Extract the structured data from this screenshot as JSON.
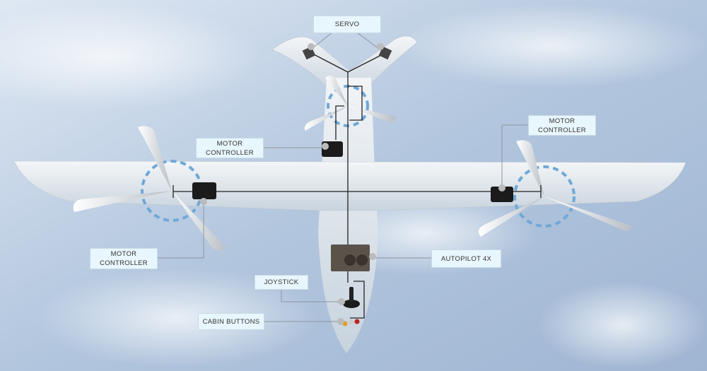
{
  "labels": {
    "servo": "SERVO",
    "motor_controller_center": "MOTOR\nCONTROLLER",
    "motor_controller_right": "MOTOR\nCONTROLLER",
    "motor_controller_left": "MOTOR\nCONTROLLER",
    "autopilot": "AUTOPILOT 4X",
    "joystick": "JOYSTICK",
    "cabin_buttons": "CABIN BUTTONS"
  },
  "colors": {
    "sky": "#a9bfd9",
    "label_bg": "#e8f6fd",
    "wire": "#222222",
    "prop_ring": "#6fa8d6"
  }
}
